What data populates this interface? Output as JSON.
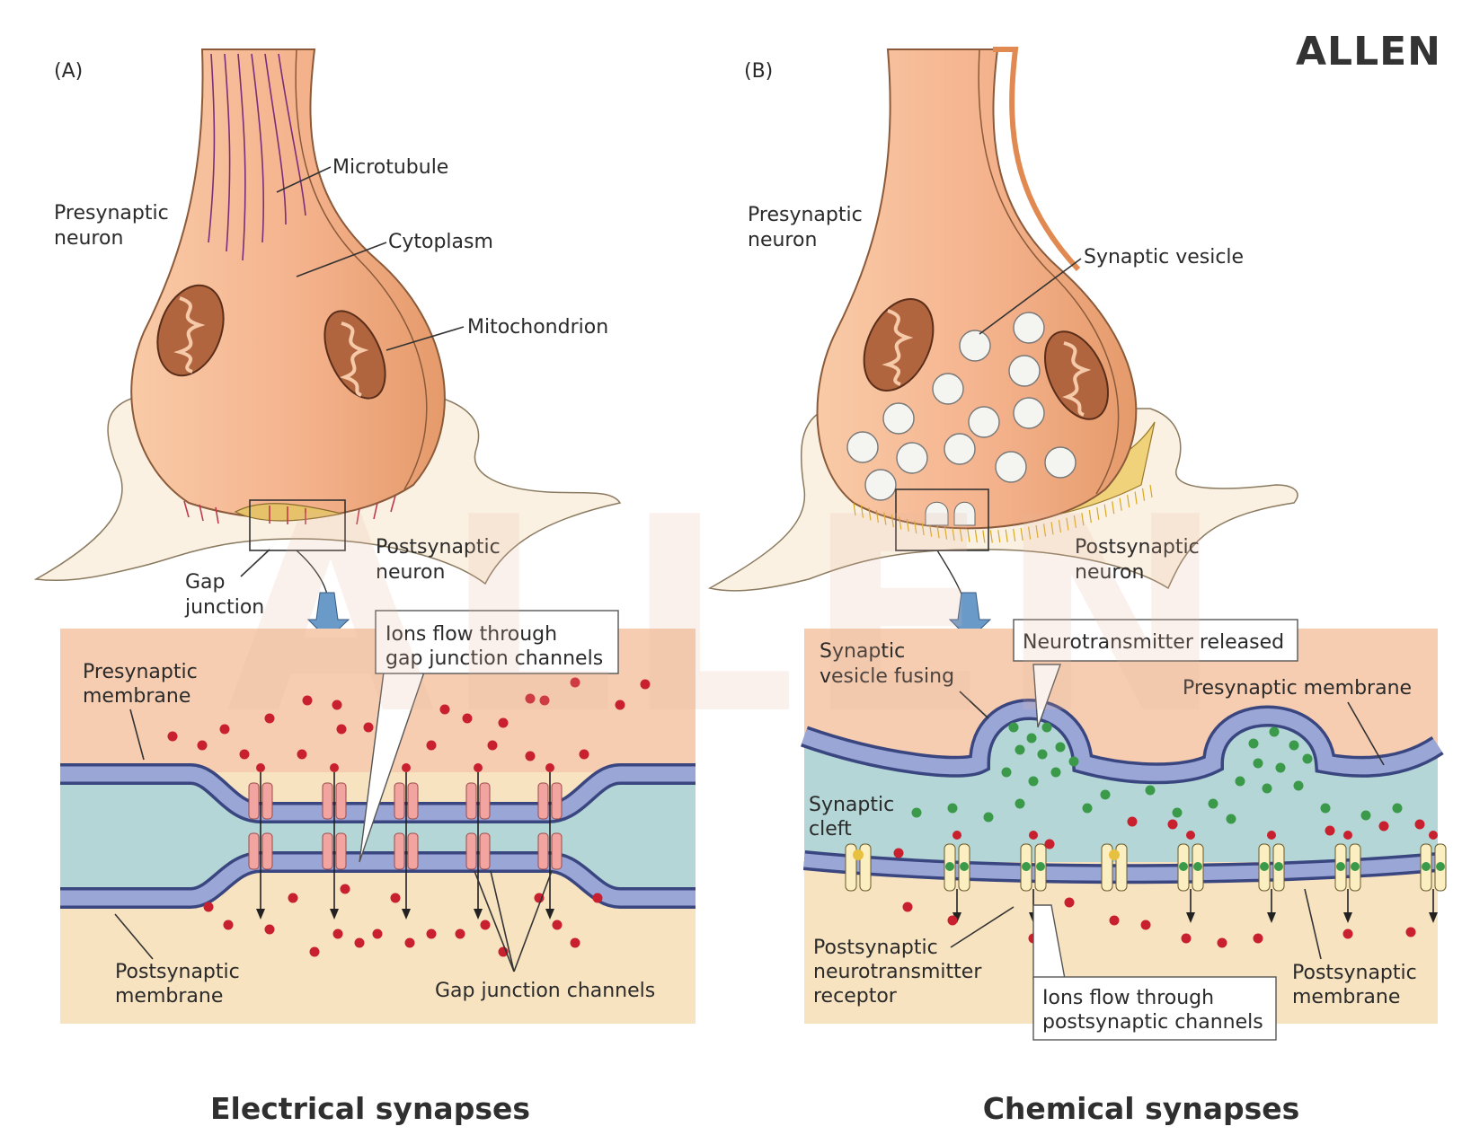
{
  "brand": {
    "logo": "ALLEN",
    "watermark": "ALLEN"
  },
  "panel_a": {
    "tag": "(A)",
    "labels": {
      "microtubule": "Microtubule",
      "presynaptic_line1": "Presynaptic",
      "presynaptic_line2": "neuron",
      "cytoplasm": "Cytoplasm",
      "mitochondrion": "Mitochondrion",
      "postsynaptic_line1": "Postsynaptic",
      "postsynaptic_line2": "neuron",
      "gap_line1": "Gap",
      "gap_line2": "junction"
    },
    "inset": {
      "callout_line1": "Ions flow through",
      "callout_line2": "gap junction channels",
      "pre_membrane_line1": "Presynaptic",
      "pre_membrane_line2": "membrane",
      "post_membrane_line1": "Postsynaptic",
      "post_membrane_line2": "membrane",
      "channels": "Gap junction channels"
    },
    "caption": "Electrical synapses"
  },
  "panel_b": {
    "tag": "(B)",
    "labels": {
      "presynaptic_line1": "Presynaptic",
      "presynaptic_line2": "neuron",
      "synaptic_vesicle": "Synaptic vesicle",
      "postsynaptic_line1": "Postsynaptic",
      "postsynaptic_line2": "neuron"
    },
    "inset": {
      "fusing_line1": "Synaptic",
      "fusing_line2": "vesicle fusing",
      "released": "Neurotransmitter released",
      "pre_membrane": "Presynaptic membrane",
      "cleft_line1": "Synaptic",
      "cleft_line2": "cleft",
      "receptor_line1": "Postsynaptic",
      "receptor_line2": "neurotransmitter",
      "receptor_line3": "receptor",
      "ions_line1": "Ions flow through",
      "ions_line2": "postsynaptic channels",
      "post_membrane_line1": "Postsynaptic",
      "post_membrane_line2": "membrane"
    },
    "caption": "Chemical synapses"
  },
  "colors": {
    "axon": "#f0b894",
    "axon_edge": "#e08a52",
    "cyto_top": "#fbd3b8",
    "cleft": "#b5d6d6",
    "membrane": "#9aa6d6",
    "membrane_edge": "#3a4680",
    "ion": "#c8202e",
    "neurotransmitter": "#3a9a4a",
    "post_bg": "#f8e3c0",
    "gap_channel": "#f2a5a0",
    "receptor": "#fbeec0",
    "vesicle": "#f4f4f0",
    "mito_outer": "#b0653f",
    "pointer_arrow": "#6a9ac8"
  }
}
